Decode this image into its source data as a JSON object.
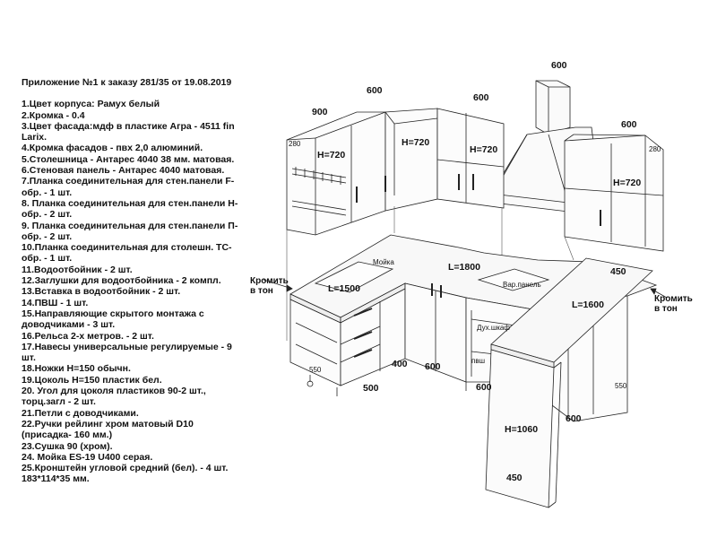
{
  "spec": {
    "title": "Приложение №1 к заказу 281/35 от 19.08.2019",
    "items": [
      "1.Цвет корпуса: Рамух белый",
      "2.Кромка - 0.4",
      "3.Цвет фасада:мдф в пластике Агра - 4511 fin Larix.",
      "4.Кромка фасадов - пвх 2,0 алюминий.",
      "5.Столешница - Антарес 4040 38 мм. матовая.",
      "6.Стеновая панель - Антарес 4040 матовая.",
      "7.Планка соединительная для стен.панели F-обр. - 1 шт.",
      "8. Планка соединительная для стен.панели Н-обр. - 2 шт.",
      "9. Планка соединительная для стен.панели П-обр. - 2 шт.",
      "10.Планка соединительная для столешн. ТС-обр. - 1 шт.",
      "11.Водоотбойник - 2 шт.",
      "12.Заглушки для водоотбойника - 2 компл.",
      "13.Вставка в водоотбойник - 2 шт.",
      "14.ПВШ - 1 шт.",
      "15.Направляющие скрытого монтажа с доводчиками - 3 шт.",
      "16.Рельса 2-х метров. - 2 шт.",
      "17.Навесы универсальные регулируемые - 9 шт.",
      "18.Ножки Н=150 обычн.",
      "19.Цоколь Н=150 пластик бел.",
      "20. Угол для цоколя пластиков 90-2 шт., торц.загл - 2 шт.",
      "21.Петли с доводчиками.",
      "22.Ручки рейлинг хром матовый D10 (присадка- 160 мм.)",
      "23.Сушка 90 (хром).",
      "24. Мойка ES-19 U400 серая.",
      "25.Кронштейн угловой средний (бел). - 4 шт.  183*114*35 мм."
    ]
  },
  "dims": {
    "hood_width": "600",
    "upper_900": "900",
    "upper_600_a": "600",
    "upper_600_b": "600",
    "upper_600_right": "600",
    "depth_280_left": "280",
    "depth_280_right": "280",
    "h720_a": "H=720",
    "h720_b": "H=720",
    "h720_c": "H=720",
    "h720_d": "H=720",
    "l1500": "L=1500",
    "l1800": "L=1800",
    "l1600": "L=1600",
    "d450_top": "450",
    "d550_left": "550",
    "d550_right": "550",
    "w400": "400",
    "w500": "500",
    "w600_a": "600",
    "w600_b": "600",
    "w600_c": "600",
    "h1060": "H=1060",
    "d450_bottom": "450"
  },
  "labels": {
    "sink": "Мойка",
    "cooktop_panel": "Вар.панель",
    "oven": "Дух.шкаф",
    "pvsh": "пвш",
    "edge_left": "Кромить\nв тон",
    "edge_right": "Кромить\nв тон"
  }
}
